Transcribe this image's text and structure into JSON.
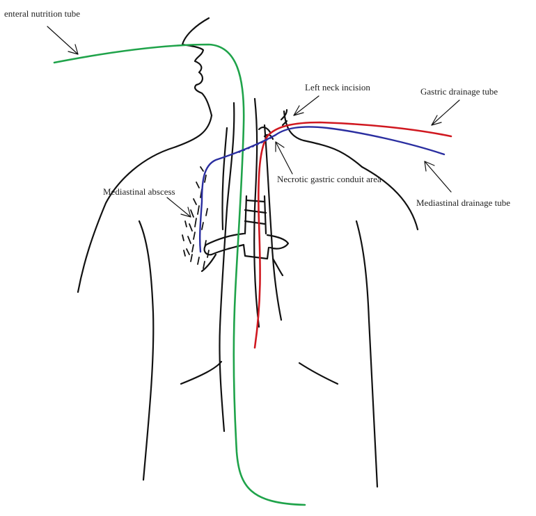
{
  "labels": {
    "enteral": "enteral nutrition tube",
    "neck": "Left neck incision",
    "gastric": "Gastric drainage tube",
    "mediastinal_drain": "Mediastinal  drainage tube",
    "necrotic": "Necrotic gastric conduit area",
    "abscess": "Mediastinal abscess"
  },
  "colors": {
    "enteral_tube": "#1fa34a",
    "gastric_tube": "#d01820",
    "mediastinal_tube": "#2a2ea0",
    "outline": "#111111"
  }
}
